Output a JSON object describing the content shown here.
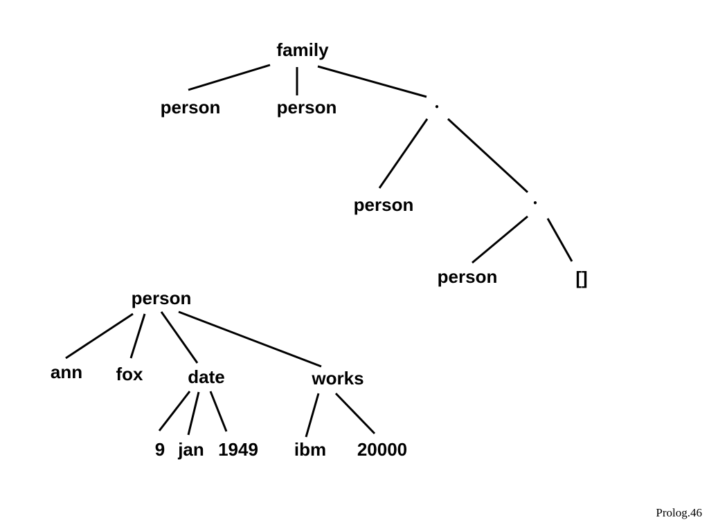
{
  "tree1": {
    "root": "family",
    "child_person_1": "person",
    "child_person_2": "person",
    "dot_1": "•",
    "dot_1_person": "person",
    "dot_2": "•",
    "dot_2_person": "person",
    "empty_list": "[]"
  },
  "tree2": {
    "root": "person",
    "first_name": "ann",
    "last_name": "fox",
    "date": "date",
    "day": "9",
    "month": "jan",
    "year": "1949",
    "works": "works",
    "company": "ibm",
    "salary": "20000"
  },
  "footer": {
    "slide_label": "Prolog.46"
  }
}
